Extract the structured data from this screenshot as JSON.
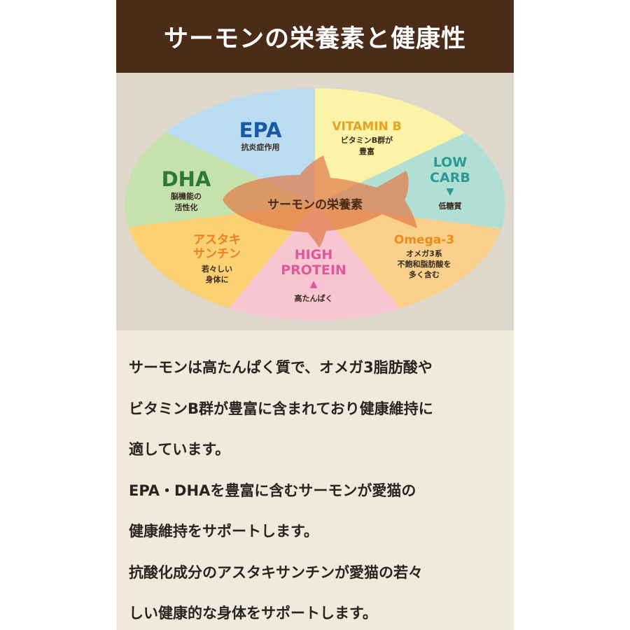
{
  "header": {
    "title": "サーモンの栄養素と健康性"
  },
  "diagram": {
    "center_label": "サーモンの栄養素",
    "segments": [
      {
        "id": "epa",
        "title": "EPA",
        "sub": [
          "抗炎症作用"
        ],
        "color": "#b9dcf2",
        "title_color": "#1a5aa3"
      },
      {
        "id": "vitamin-b",
        "title": "VITAMIN B",
        "sub": [
          "ビタミンB群が",
          "豊富"
        ],
        "color": "#fbf3a8",
        "title_color": "#e8a21c"
      },
      {
        "id": "low-carb",
        "title_lines": [
          "LOW",
          "CARB"
        ],
        "arrow": "▼",
        "sub": [
          "低糖質"
        ],
        "color": "#b2dfd3",
        "title_color": "#2a9a98"
      },
      {
        "id": "omega3",
        "title": "Omega-3",
        "sub": [
          "オメガ3系",
          "不飽和脂肪酸を",
          "多く含む"
        ],
        "color": "#fbcf8c",
        "title_color": "#ee8a1a"
      },
      {
        "id": "high-protein",
        "title_lines": [
          "HIGH",
          "PROTEIN"
        ],
        "arrow": "▲",
        "sub": [
          "高たんぱく"
        ],
        "color": "#f8c6d3",
        "title_color": "#e0589a"
      },
      {
        "id": "astaxanthin",
        "title_lines": [
          "アスタキ",
          "サンチン"
        ],
        "sub": [
          "若々しい",
          "身体に"
        ],
        "color": "#fbd174",
        "title_color": "#ec7f1d"
      },
      {
        "id": "dha",
        "title": "DHA",
        "sub": [
          "脳機能の",
          "活性化"
        ],
        "color": "#c5e1ac",
        "title_color": "#2c7a33"
      }
    ]
  },
  "body": {
    "lines": [
      "サーモンは高たんぱく質で、オメガ3脂肪酸や",
      "ビタミンB群が豊富に含まれており健康維持に",
      "適しています。",
      "EPA・DHAを豊富に含むサーモンが愛猫の",
      "健康維持をサポートします。",
      "抗酸化成分のアスタキサンチンが愛猫の若々",
      "しい健康的な身体をサポートします。"
    ]
  }
}
